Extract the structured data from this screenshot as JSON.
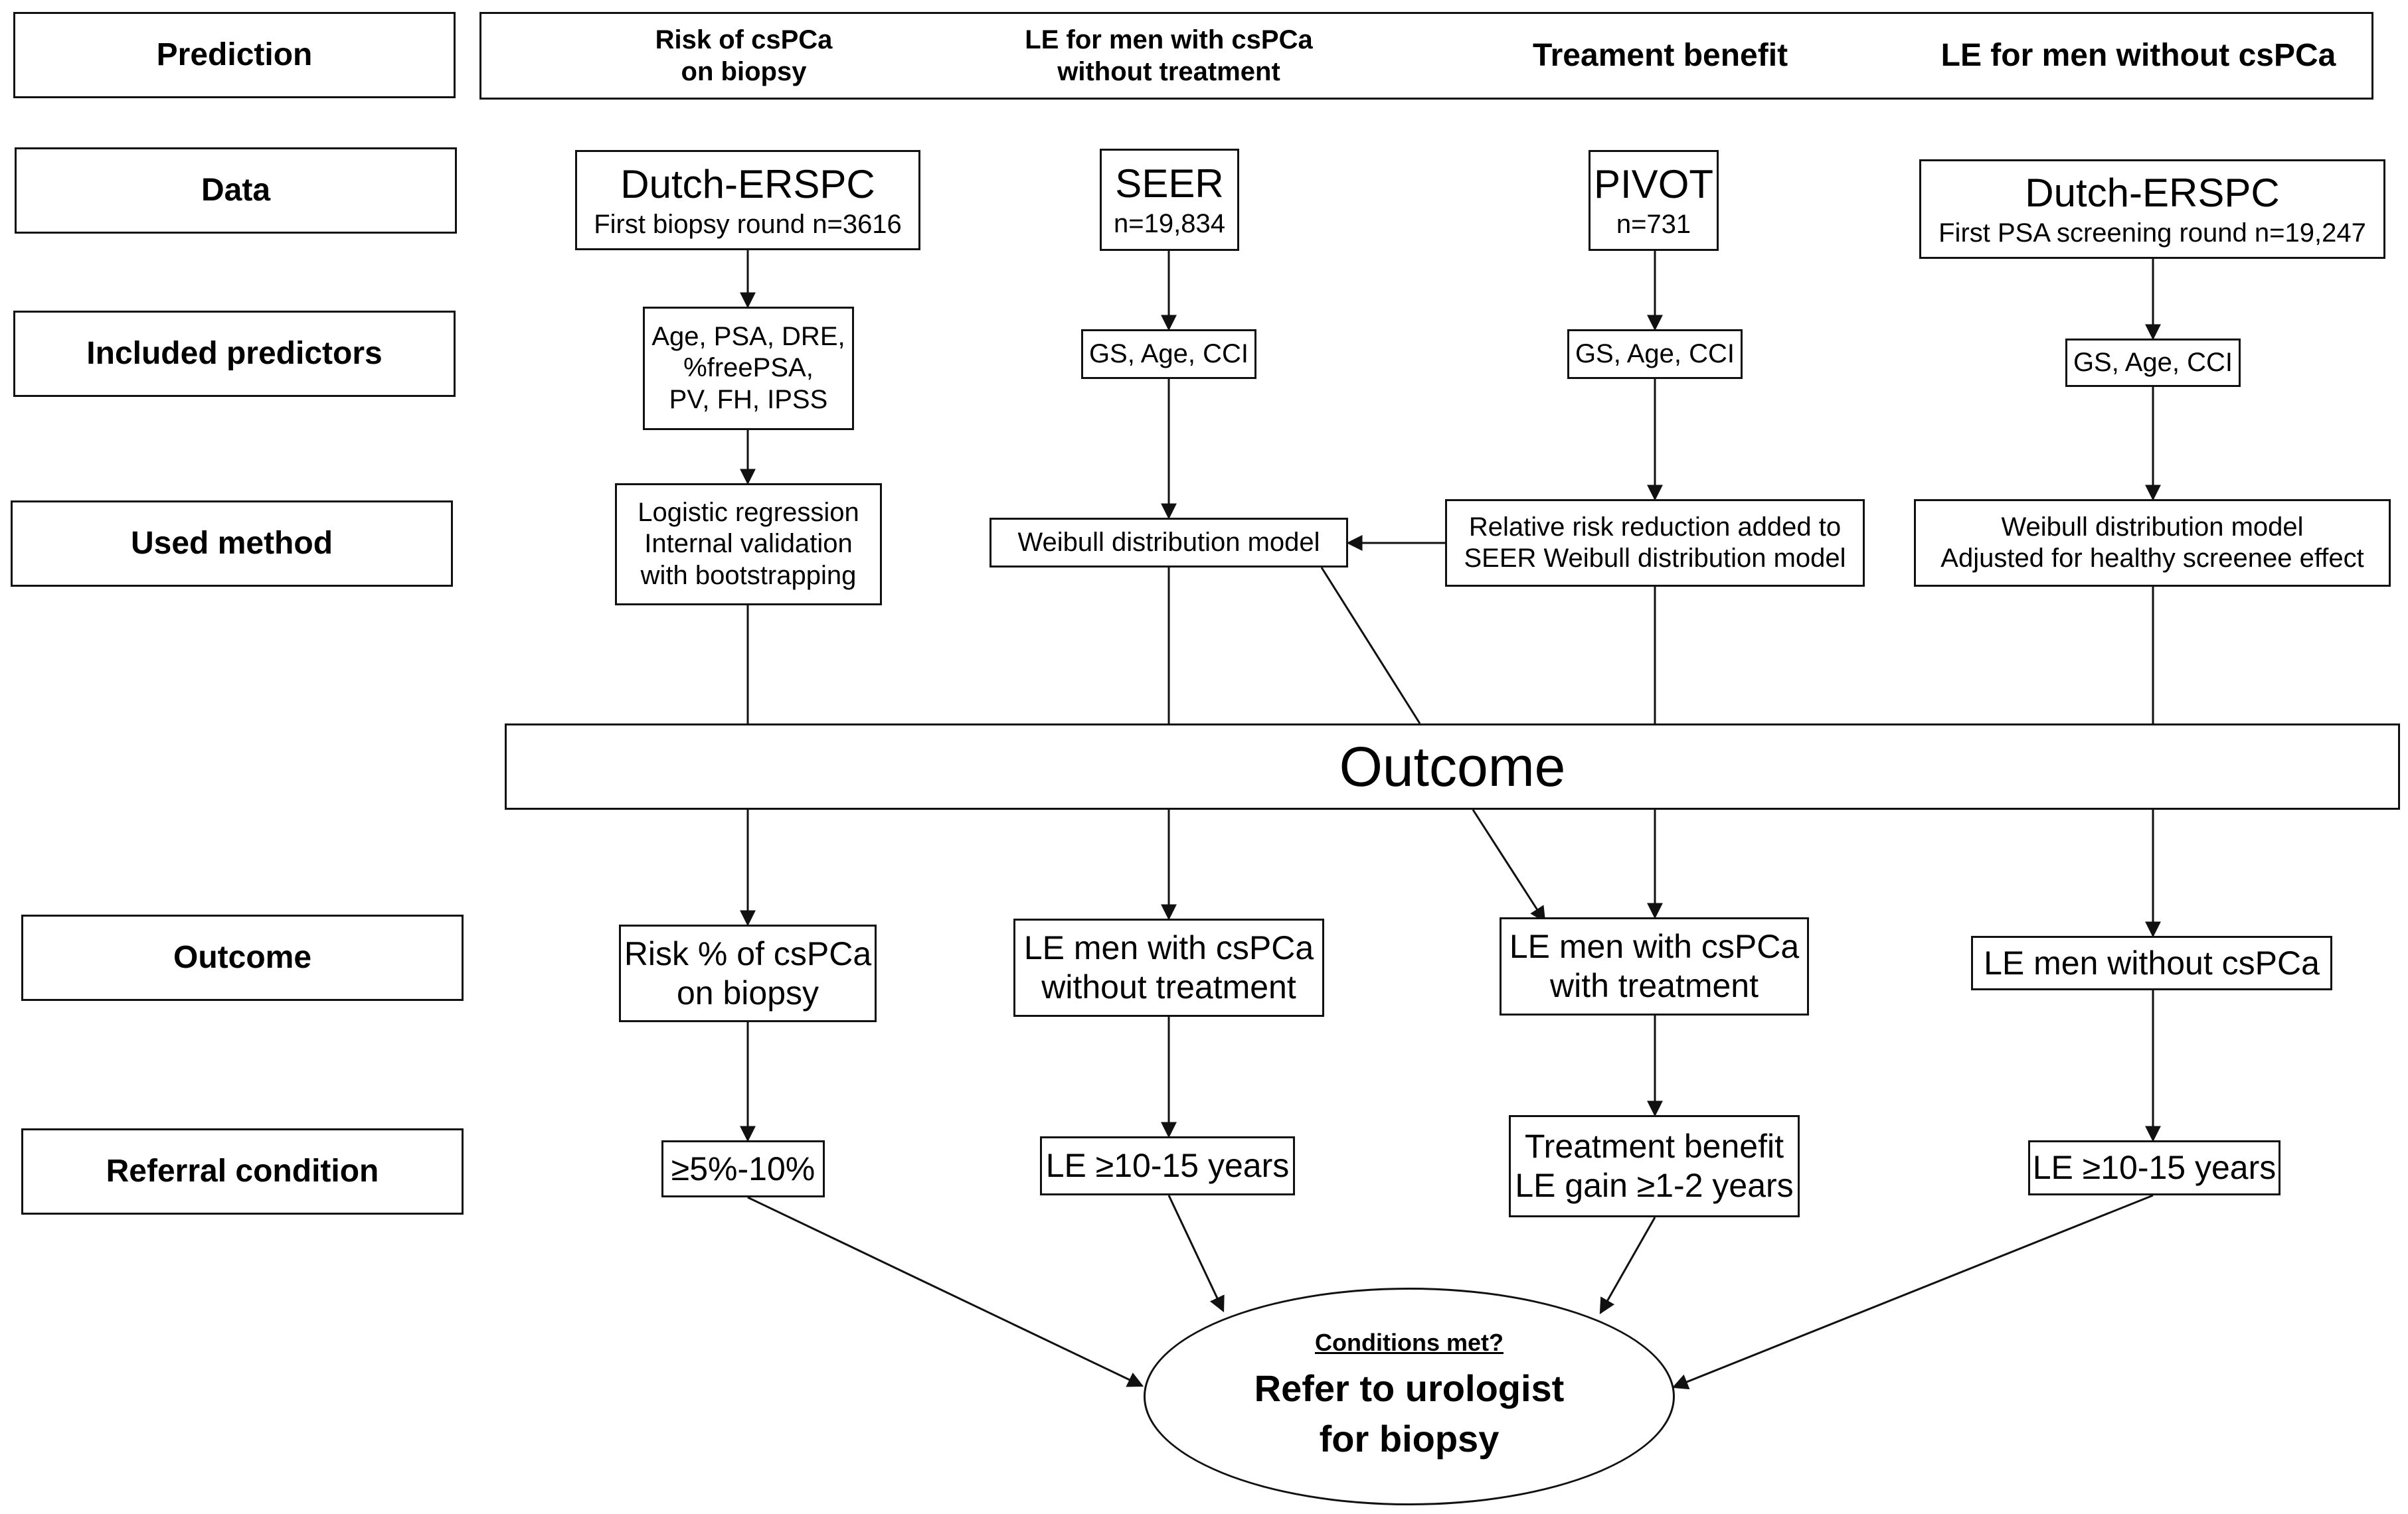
{
  "rows": {
    "prediction": "Prediction",
    "data": "Data",
    "predictors": "Included predictors",
    "method": "Used method",
    "outcome": "Outcome",
    "referral": "Referral  condition"
  },
  "prediction_headers": [
    "Risk of csPCa\non biopsy",
    "LE for men with csPCa\nwithout treatment",
    "Treament benefit",
    "LE for men without csPCa"
  ],
  "data_sources": [
    {
      "name": "Dutch-ERSPC",
      "detail": "First biopsy round n=3616"
    },
    {
      "name": "SEER",
      "detail": "n=19,834"
    },
    {
      "name": "PIVOT",
      "detail": "n=731"
    },
    {
      "name": "Dutch-ERSPC",
      "detail": "First PSA screening round n=19,247"
    }
  ],
  "predictors": [
    "Age, PSA, DRE,\n%freePSA,\nPV, FH, IPSS",
    "GS, Age, CCI",
    "GS, Age, CCI",
    "GS, Age, CCI"
  ],
  "methods": [
    "Logistic regression\nInternal validation\nwith bootstrapping",
    "Weibull  distribution  model",
    "Relative risk reduction added to\nSEER Weibull  distribution  model",
    "Weibull  distribution  model\nAdjusted for healthy screenee effect"
  ],
  "outcome_band": "Outcome",
  "outcomes": [
    "Risk % of csPCa\non biopsy",
    "LE men with csPCa\nwithout treatment",
    "LE men with csPCa\nwith treatment",
    "LE men without csPCa"
  ],
  "referral_conditions": [
    "≥5%-10%",
    "LE ≥10-15 years",
    "Treatment benefit\nLE gain ≥1-2 years",
    "LE ≥10-15 years"
  ],
  "decision": {
    "question": "Conditions met?",
    "action": "Refer to urologist\nfor biopsy"
  }
}
